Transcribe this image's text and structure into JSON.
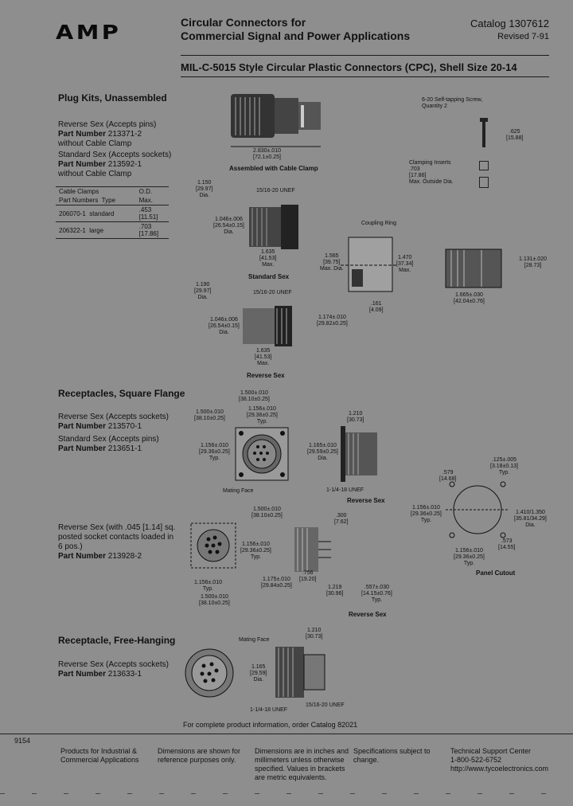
{
  "header": {
    "logo": "AMP",
    "title_line1": "Circular Connectors for",
    "title_line2": "Commercial Signal and Power Applications",
    "catalog": "Catalog 1307612",
    "revised": "Revised 7-91"
  },
  "subtitle": "MIL-C-5015 Style Circular Plastic Connectors (CPC), Shell Size 20-14",
  "plug_kits": {
    "heading": "Plug Kits, Unassembled",
    "reverse_sex": "Reverse Sex (Accepts pins)",
    "pn_label": "Part Number",
    "reverse_pn": "213371-2",
    "reverse_note": "without Cable Clamp",
    "standard_sex": "Standard Sex (Accepts sockets)",
    "standard_pn": "213592-1",
    "standard_note": "without Cable Clamp",
    "table": {
      "h1": "Cable Clamps",
      "h2": "O.D.",
      "h3": "Part Numbers",
      "h4": "Type",
      "h5": "Max.",
      "rows": [
        {
          "pn": "206070-1",
          "type": "standard",
          "od": ".453",
          "od_mm": "[11.51]"
        },
        {
          "pn": "206322-1",
          "type": "large",
          "od": ".703",
          "od_mm": "[17.86]"
        }
      ]
    }
  },
  "figures": {
    "assembled_caption": "Assembled with Cable Clamp",
    "dim_2830": "2.830±.010",
    "dim_2830mm": "[72.1±0.25]",
    "screw": "6-20 Self-tapping Screw,",
    "screw_qty": "Quantity 2",
    "dim_625": ".625",
    "dim_625mm": "[15.88]",
    "clamping": "Clamping Inserts",
    "dim_703": ".703",
    "dim_703mm": "[17.86]",
    "max_od": "Max. Outside Dia.",
    "standard_sex": "Standard Sex",
    "reverse_sex": "Reverse Sex",
    "dim_1150": "1.150",
    "dim_1150mm": "[29.97]",
    "dia": "Dia.",
    "dim_1046": "1.046±.006",
    "dim_1046mm": "[26.54±0.15]",
    "unef": "15/16-20 UNEF",
    "dim_1635": "1.635",
    "dim_1635mm": "[41.53]",
    "max": "Max.",
    "coupling_ring": "Coupling Ring",
    "dim_1565": "1.565",
    "dim_1565mm": "[39.75]",
    "max_dia": "Max. Dia.",
    "dim_1470": "1.470",
    "dim_1470mm": "[37.34]",
    "dim_1131": "1.131±.020",
    "dim_1131mm": "[28.73]",
    "dim_1665": "1.665±.030",
    "dim_1665mm": "[42.04±0.76]",
    "dim_1174": "1.174±.010",
    "dim_1174mm": "[29.82±0.25]",
    "dim_161": ".161",
    "dim_161mm": "[4.09]",
    "dim_1190": "1.190",
    "dim_1190mm": "[29.97]"
  },
  "receptacles_square": {
    "heading": "Receptacles, Square Flange",
    "reverse_sex": "Reverse Sex (Accepts sockets)",
    "pn_label": "Part Number",
    "reverse_pn": "213570-1",
    "standard_sex": "Standard Sex (Accepts pins)",
    "standard_pn": "213651-1",
    "reverse_sex2": "Reverse Sex (with .045 [1.14] sq.",
    "reverse_sex2_b": "posted socket contacts loaded in",
    "reverse_sex2_c": "6 pos.)",
    "reverse_pn2": "213928-2",
    "mating_face": "Mating Face",
    "dim_1500": "1.500±.010",
    "dim_1500mm": "[38.10±0.25]",
    "dim_1156": "1.156±.010",
    "dim_1156mm": "[29.36±0.25]",
    "typ": "Typ.",
    "dim_1210": "1.210",
    "dim_1210mm": "[30.73]",
    "dim_1165": "1.165±.010",
    "dim_1165mm": "[29.59±0.25]",
    "unef2": "1-1/4-18 UNEF",
    "dim_579": ".579",
    "dim_579mm": "[14.68]",
    "dim_125": ".125±.005",
    "dim_125mm": "[3.18±0.13]",
    "dim_1410": "1.410/1.350",
    "dim_1410mm": "[35.81/34.29]",
    "dim_573": ".573",
    "dim_573mm": "[14.55]",
    "panel_cutout": "Panel Cutout",
    "dim_300": ".300",
    "dim_300mm": "[7.62]",
    "dim_1175": "1.175±.010",
    "dim_1175mm": "[29.84±0.25]",
    "dim_756": ".756",
    "dim_756mm": "[19.20]",
    "dim_1219": "1.219",
    "dim_1219mm": "[30.96]",
    "dim_557": ".557±.030",
    "dim_557mm": "[14.15±0.76]"
  },
  "receptacle_free": {
    "heading": "Receptacle, Free-Hanging",
    "reverse_sex": "Reverse Sex (Accepts sockets)",
    "pn_label": "Part Number",
    "reverse_pn": "213633-1",
    "mating_face": "Mating Face",
    "dim_1165": "1.165",
    "dim_1165mm": "[29.59]",
    "unef1": "1-1/4-18 UNEF",
    "unef2": "15/16-20 UNEF",
    "order_note": "For complete product information, order Catalog 82021"
  },
  "footer": {
    "page": "9154",
    "col1_a": "Products for Industrial &",
    "col1_b": "Commercial Applications",
    "col2_a": "Dimensions are shown for",
    "col2_b": "reference purposes only.",
    "col3_a": "Dimensions are in inches and",
    "col3_b": "millimeters unless otherwise",
    "col3_c": "specified. Values in brackets",
    "col3_d": "are metric equivalents.",
    "col4_a": "Specifications subject to",
    "col4_b": "change.",
    "col5_a": "Technical Support Center",
    "col5_b": "1-800-522-6752",
    "col5_c": "http://www.tycoelectronics.com"
  }
}
